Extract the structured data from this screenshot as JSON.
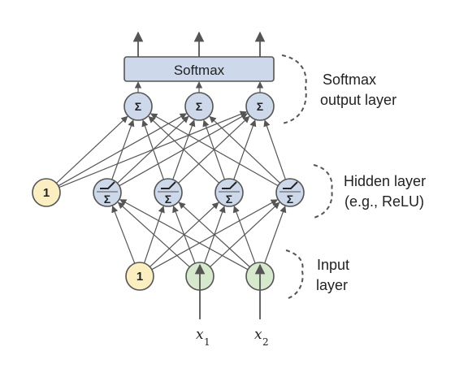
{
  "colors": {
    "blue_fill": "#cdd9ea",
    "bias_fill": "#fbeec1",
    "input_fill": "#d6e9cd",
    "stroke": "#555555",
    "text": "#222222"
  },
  "output_layer": {
    "softmax_label": "Softmax",
    "neuron_symbol": "Σ",
    "annotation_lines": [
      "Softmax",
      "output layer"
    ]
  },
  "hidden_layer": {
    "bias_label": "1",
    "neuron_symbol": "Σ",
    "activation_icon": "relu-icon",
    "annotation_lines": [
      "Hidden layer",
      "(e.g., ReLU)"
    ]
  },
  "input_layer": {
    "bias_label": "1",
    "annotation_lines": [
      "Input",
      "layer"
    ],
    "inputs": [
      {
        "label": "x",
        "subscript": "1"
      },
      {
        "label": "x",
        "subscript": "2"
      }
    ]
  }
}
